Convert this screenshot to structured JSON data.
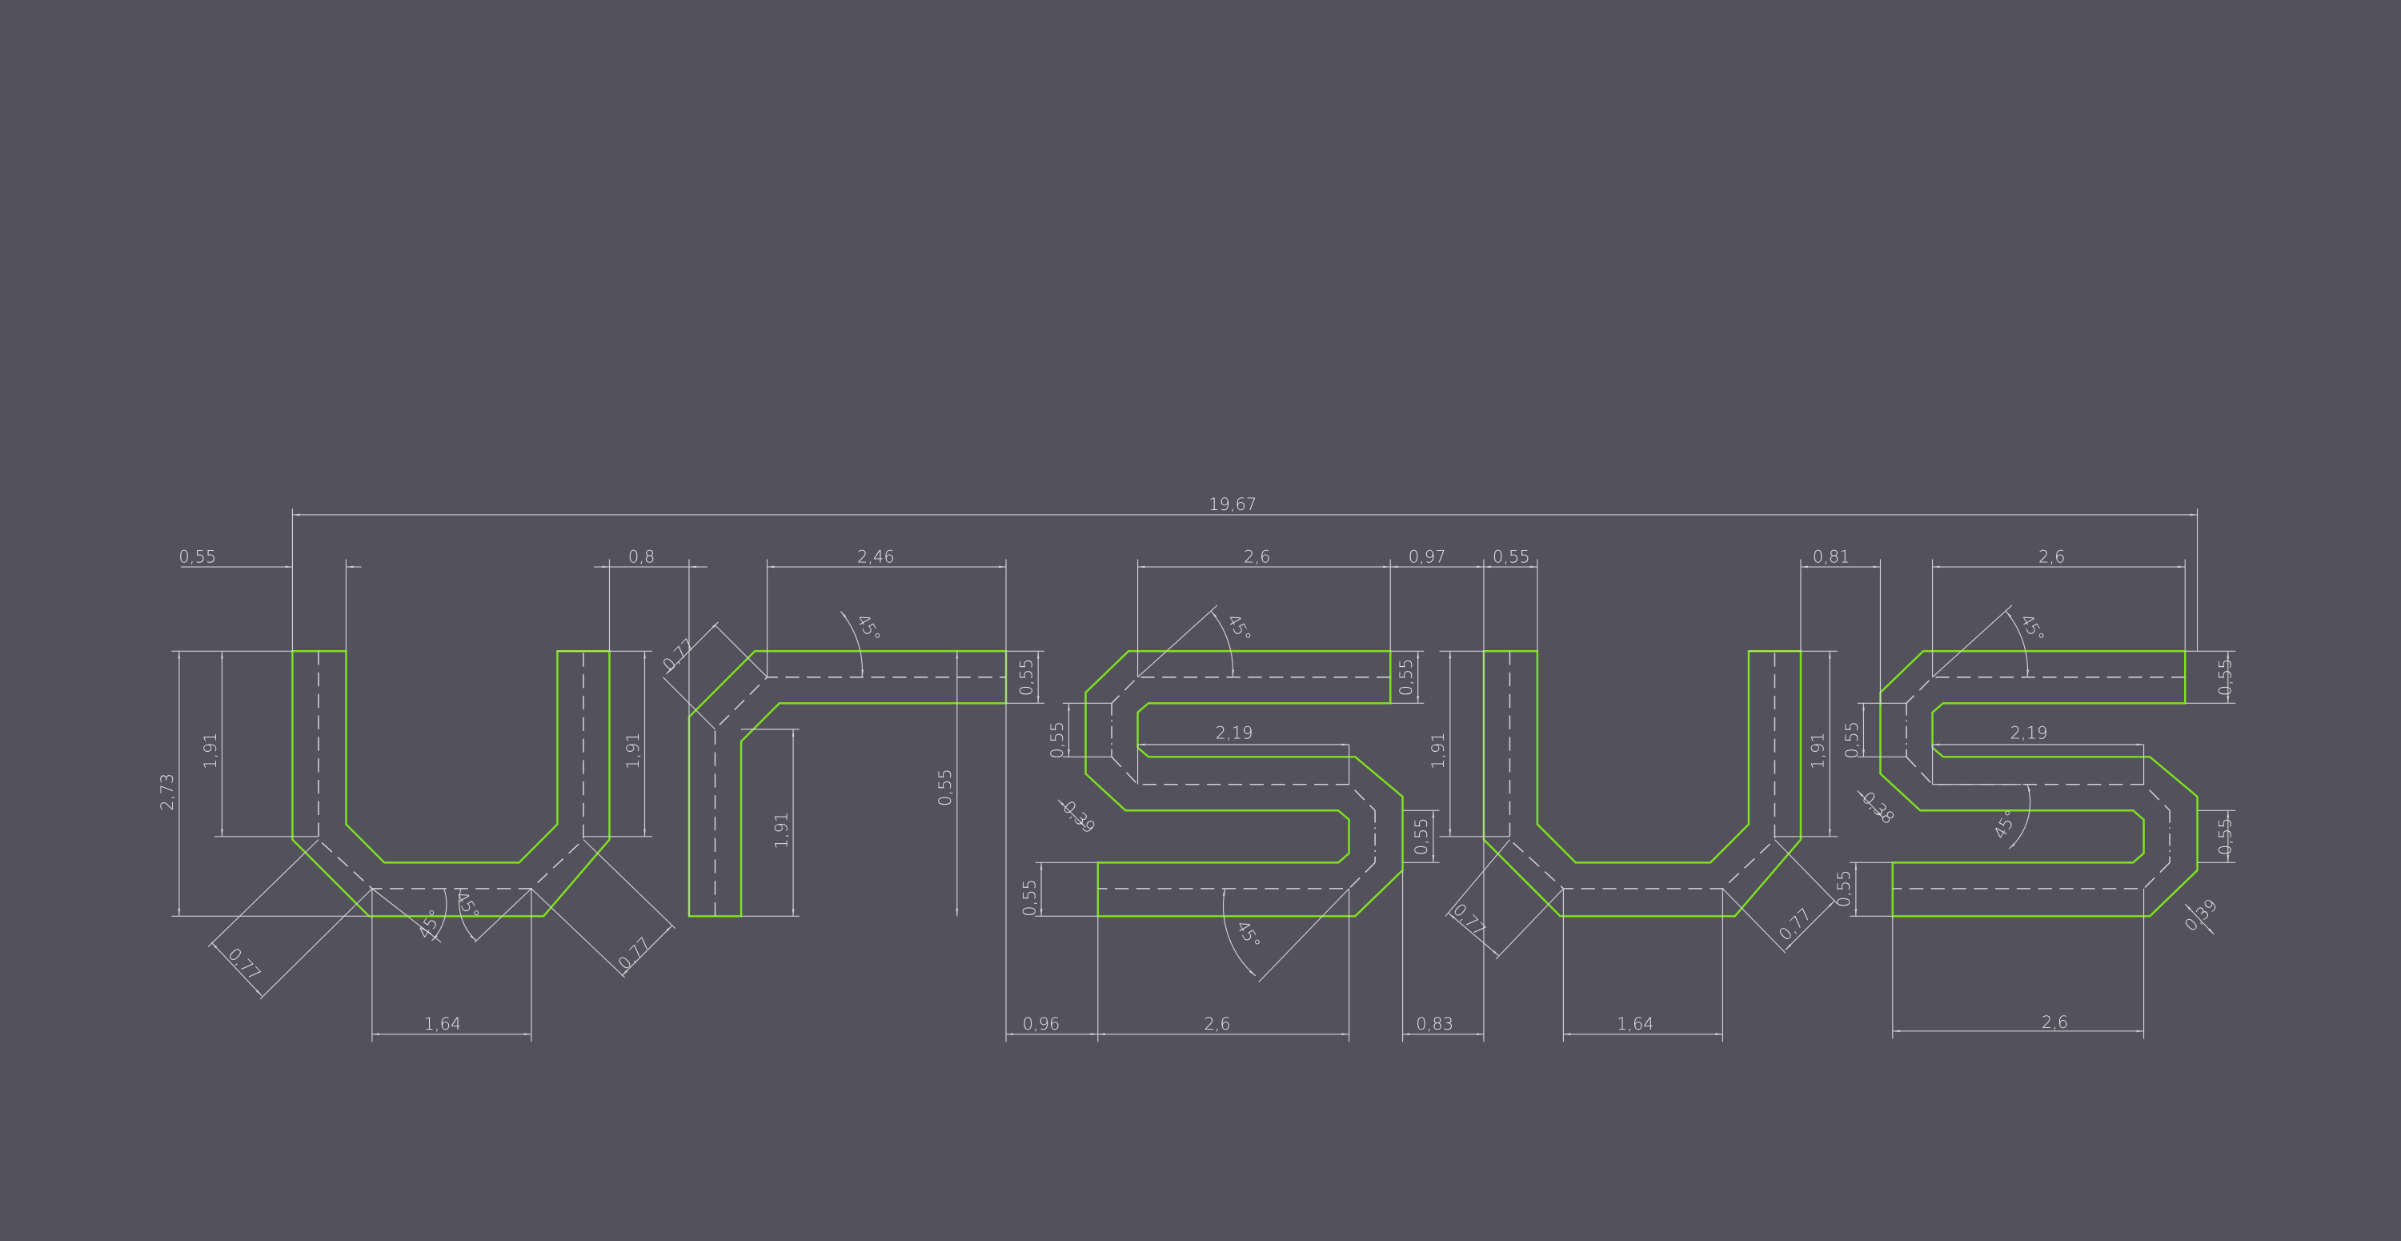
{
  "drawing": {
    "title_letters": [
      "u",
      "r",
      "S",
      "u",
      "S"
    ],
    "colors": {
      "background": "#53525c",
      "outline": "#7fe01f",
      "dimension": "#d0d0d4"
    },
    "dims": {
      "overall_width": "19,67",
      "u1_stroke": "0,55",
      "u1_r_gap": "0,8",
      "r_top": "2,46",
      "s1_top": "2,6",
      "s1_u2_gap": "0,97",
      "u2_stroke": "0,55",
      "u2_s2_gap": "0,81",
      "s2_top": "2,6",
      "u1_height": "2,73",
      "u1_left_leg": "1,91",
      "u1_right_leg": "1,91",
      "u1_diag_left": "0,77",
      "u1_diag_right": "0,77",
      "u1_angle_left": "45°",
      "u1_angle_right": "45°",
      "u1_bottom": "1,64",
      "r_diag": "0,77",
      "r_angle": "45°",
      "r_leg": "1,91",
      "r_bar": "0,55",
      "r_drop": "0,55",
      "s1_left_vert": "0,55",
      "s1_corner": "0,39",
      "s1_mid": "2,19",
      "s1_top_bar": "0,55",
      "s1_right_vert": "0,55",
      "s1_bottom_bar": "0,55",
      "s1_angle_top": "45°",
      "s1_angle_bottom": "45°",
      "r_s1_gap": "0,96",
      "s1_bottom": "2,6",
      "s1_u2_bottom_gap": "0,83",
      "u2_left_leg": "1,91",
      "u2_right_leg": "1,91",
      "u2_diag_left": "0,77",
      "u2_diag_right": "0,77",
      "u2_bottom": "1,64",
      "s2_left_vert": "0,55",
      "s2_corner_top": "0,38",
      "s2_mid": "2,19",
      "s2_top_bar": "0,55",
      "s2_right_vert": "0,55",
      "s2_bottom_bar": "0,55",
      "s2_corner_bottom": "0,39",
      "s2_angle_top": "45°",
      "s2_angle_bottom": "45°",
      "s2_bottom": "2,6"
    }
  }
}
